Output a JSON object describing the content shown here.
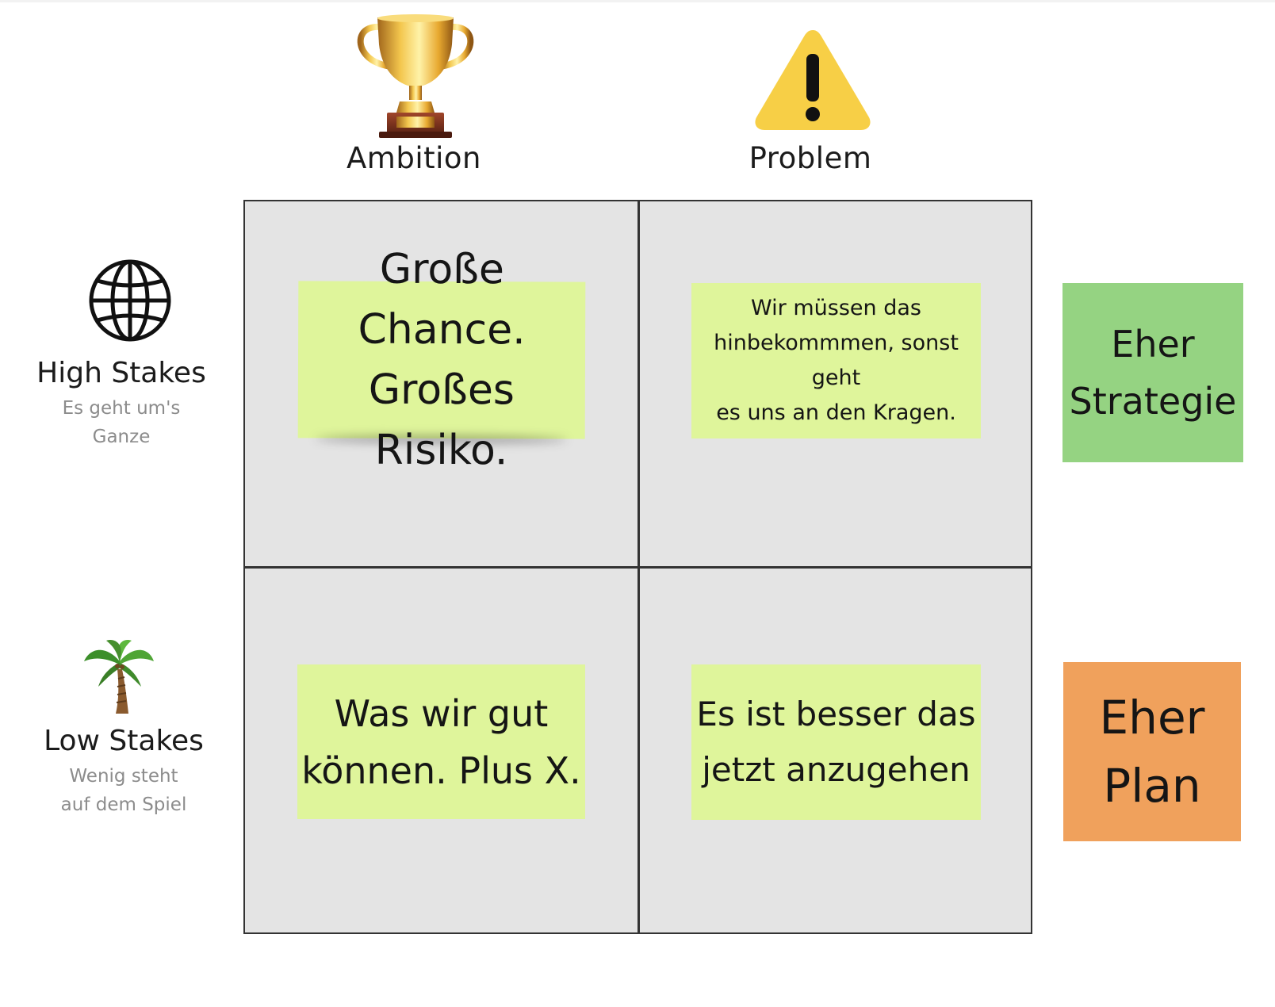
{
  "columns": {
    "ambition": {
      "label": "Ambition",
      "icon": "trophy-icon"
    },
    "problem": {
      "label": "Problem",
      "icon": "warning-icon"
    }
  },
  "rows": {
    "high": {
      "title": "High Stakes",
      "subtitle": "Es geht um's\nGanze",
      "icon": "globe-icon"
    },
    "low": {
      "title": "Low Stakes",
      "subtitle": "Wenig steht\nauf dem Spiel",
      "icon": "palm-tree-icon"
    }
  },
  "notes": {
    "high_ambition": "Große Chance.\nGroßes Risiko.",
    "high_problem": "Wir müssen das\nhinbekommmen, sonst geht\nes uns an den Kragen.",
    "low_ambition": "Was wir gut\nkönnen. Plus X.",
    "low_problem": "Es ist besser das\njetzt anzugehen"
  },
  "side_notes": {
    "strategy": "Eher\nStrategie",
    "plan": "Eher\nPlan"
  },
  "colors": {
    "note_yellow": "#dff59b",
    "note_green": "#95d382",
    "note_orange": "#f0a15c",
    "quadrant_fill": "#e4e4e4",
    "grid_line": "#333333"
  }
}
